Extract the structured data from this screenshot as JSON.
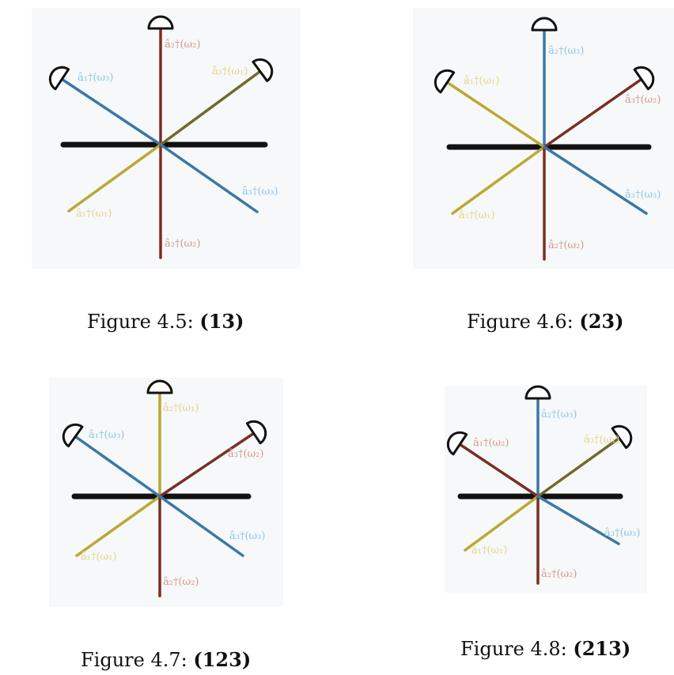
{
  "colors": {
    "blue": "#3a78a6",
    "red": "#7a2e22",
    "yellow": "#b9a932",
    "yellow_dark": "#6f6a2a",
    "black": "#111111",
    "bg": "#f6f8fa",
    "blue_label": "#8fc6e6",
    "red_label": "#d49a88",
    "yellow_label": "#e3d585"
  },
  "figures": [
    {
      "caption_prefix": "Figure 4.5:",
      "caption_bold": "(13)",
      "up_left": "blue",
      "up": "red",
      "up_right": "yellow_dark",
      "down_left": "yellow",
      "down": "red",
      "down_right": "blue",
      "labels": {
        "up_left": "â₁†(ω₃)",
        "up": "â₂†(ω₂)",
        "up_right": "â₃†(ω₁)",
        "down_left": "â₁†(ω₁)",
        "down": "â₂†(ω₂)",
        "down_right": "â₃†(ω₃)"
      },
      "label_colors": {
        "up_left": "blue_label",
        "up": "red_label",
        "up_right": "yellow_label",
        "down_left": "yellow_label",
        "down": "red_label",
        "down_right": "blue_label"
      }
    },
    {
      "caption_prefix": "Figure 4.6:",
      "caption_bold": "(23)",
      "up_left": "yellow",
      "up": "blue",
      "up_right": "red",
      "down_left": "yellow",
      "down": "red",
      "down_right": "blue",
      "labels": {
        "up_left": "â₁†(ω₁)",
        "up": "â₂†(ω₃)",
        "up_right": "â₃†(ω₂)",
        "down_left": "â₁†(ω₁)",
        "down": "â₂†(ω₂)",
        "down_right": "â₃†(ω₃)"
      },
      "label_colors": {
        "up_left": "yellow_label",
        "up": "blue_label",
        "up_right": "red_label",
        "down_left": "yellow_label",
        "down": "red_label",
        "down_right": "blue_label"
      }
    },
    {
      "caption_prefix": "Figure 4.7:",
      "caption_bold": "(123)",
      "up_left": "blue",
      "up": "yellow",
      "up_right": "red",
      "down_left": "yellow",
      "down": "red",
      "down_right": "blue",
      "labels": {
        "up_left": "â₁†(ω₃)",
        "up": "â₂†(ω₁)",
        "up_right": "â₃†(ω₂)",
        "down_left": "â₁†(ω₁)",
        "down": "â₂†(ω₂)",
        "down_right": "â₃†(ω₃)"
      },
      "label_colors": {
        "up_left": "blue_label",
        "up": "yellow_label",
        "up_right": "red_label",
        "down_left": "yellow_label",
        "down": "red_label",
        "down_right": "blue_label"
      }
    },
    {
      "caption_prefix": "Figure 4.8:",
      "caption_bold": "(213)",
      "up_left": "red",
      "up": "blue",
      "up_right": "yellow_dark",
      "down_left": "yellow",
      "down": "red",
      "down_right": "blue",
      "labels": {
        "up_left": "â₁†(ω₂)",
        "up": "â₂†(ω₃)",
        "up_right": "â₃†(ω₁)",
        "down_left": "â₁†(ω₁)",
        "down": "â₂†(ω₂)",
        "down_right": "â₃†(ω₃)"
      },
      "label_colors": {
        "up_left": "red_label",
        "up": "blue_label",
        "up_right": "yellow_label",
        "down_left": "yellow_label",
        "down": "red_label",
        "down_right": "blue_label"
      }
    }
  ]
}
